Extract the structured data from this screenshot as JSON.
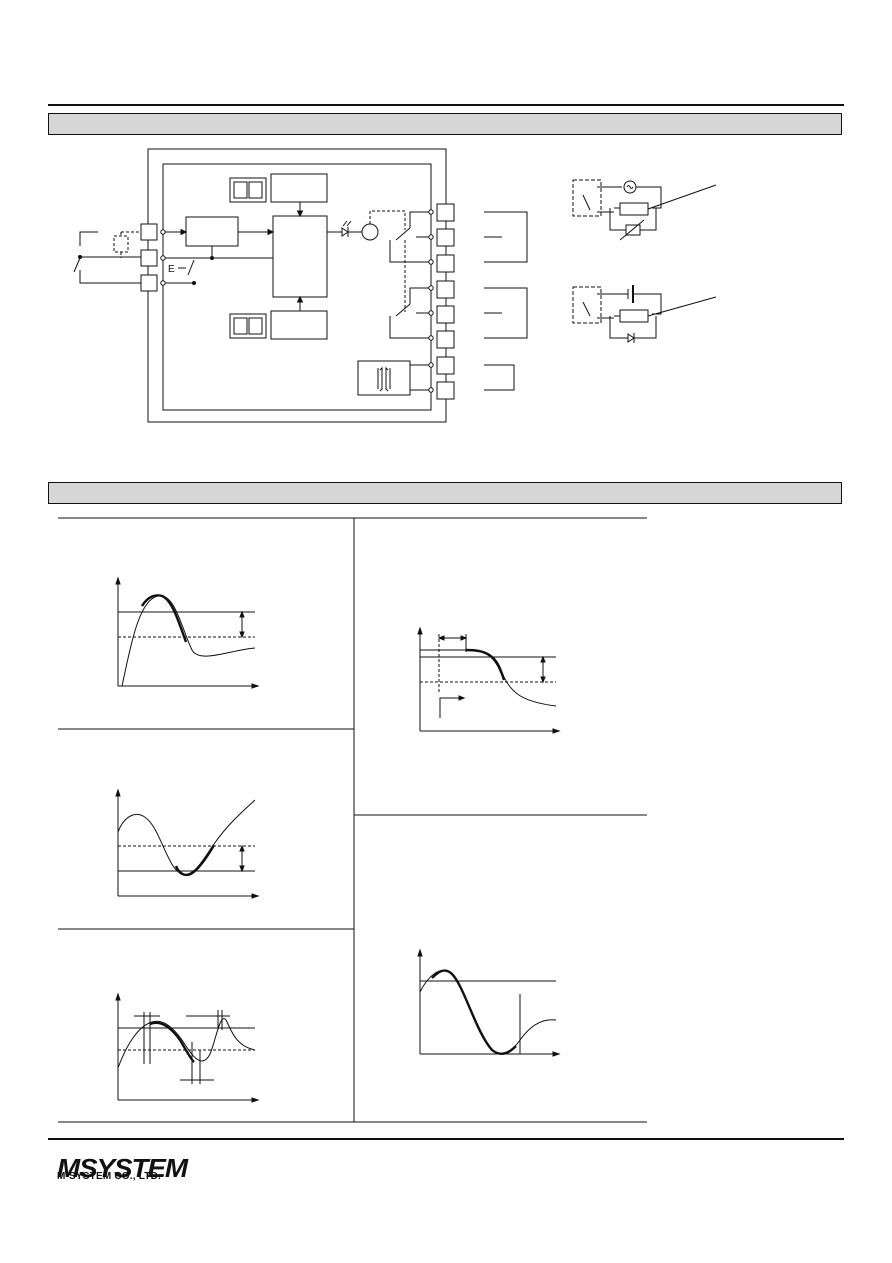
{
  "diagram": {
    "block_labels": {
      "relay_label": "E"
    }
  },
  "footer": {
    "company_name": "M-SYSTEM CO., LTD.",
    "logo_text": "MSYSTEM"
  }
}
